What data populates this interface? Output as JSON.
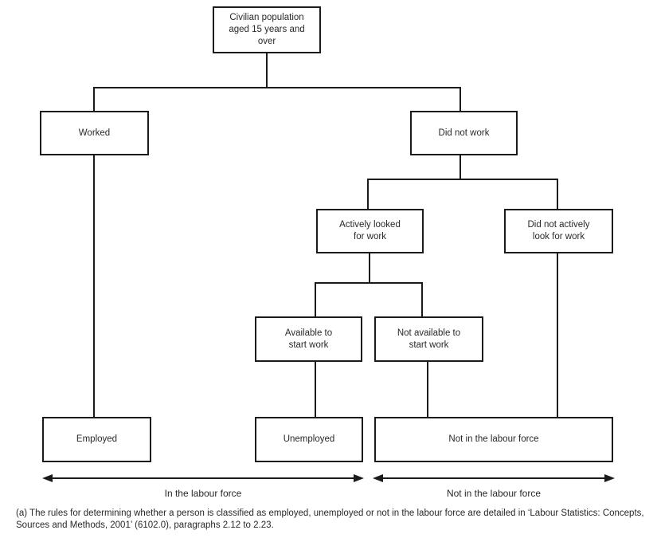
{
  "diagram": {
    "title_hint": "Labour force classification flowchart",
    "colors": {
      "background": "#ffffff",
      "line": "#1d1a19",
      "text": "#2b2826"
    },
    "nodes": {
      "civilian": {
        "label": "Civilian population\naged 15 years and\nover"
      },
      "worked": {
        "label": "Worked"
      },
      "did_not_work": {
        "label": "Did not work"
      },
      "actively_looked": {
        "label": "Actively looked\nfor work"
      },
      "did_not_actively_look": {
        "label": "Did not actively\nlook for work"
      },
      "available": {
        "label": "Available to\nstart work"
      },
      "not_available": {
        "label": "Not available to\nstart work"
      },
      "employed": {
        "label": "Employed"
      },
      "unemployed": {
        "label": "Unemployed"
      },
      "not_in_labour_force": {
        "label": "Not in the labour force"
      }
    },
    "edges": [
      [
        "civilian",
        "worked"
      ],
      [
        "civilian",
        "did_not_work"
      ],
      [
        "did_not_work",
        "actively_looked"
      ],
      [
        "did_not_work",
        "did_not_actively_look"
      ],
      [
        "actively_looked",
        "available"
      ],
      [
        "actively_looked",
        "not_available"
      ],
      [
        "worked",
        "employed"
      ],
      [
        "available",
        "unemployed"
      ],
      [
        "not_available",
        "not_in_labour_force"
      ],
      [
        "did_not_actively_look",
        "not_in_labour_force"
      ]
    ],
    "span_labels": {
      "in_labour_force": "In the labour force",
      "not_in_labour_force": "Not in the labour force"
    },
    "footnote": "(a) The rules for determining whether a person is classified as employed, unemployed or not in the labour force are detailed in ‘Labour Statistics: Concepts, Sources and Methods, 2001’ (6102.0), paragraphs 2.12 to 2.23."
  }
}
